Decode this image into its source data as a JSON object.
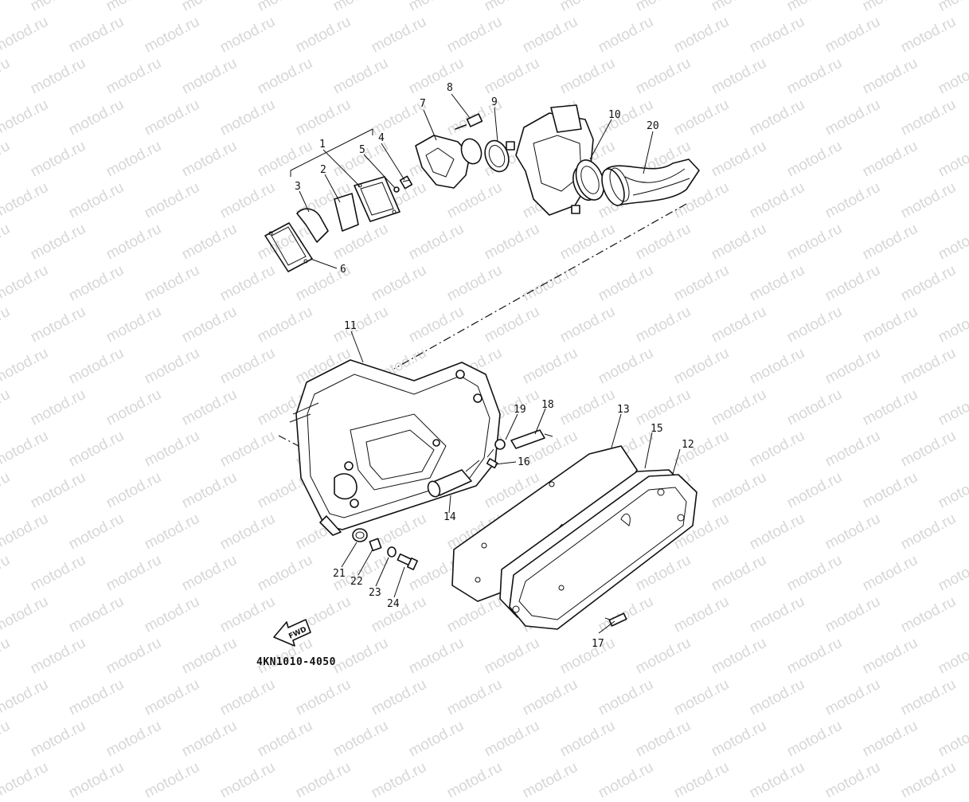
{
  "watermark": "motod.ru",
  "diagram_code": "4KN1010-4050",
  "fwd_label": "FWD",
  "callouts": {
    "c1": "1",
    "c2": "2",
    "c3": "3",
    "c4": "4",
    "c5": "5",
    "c6": "6",
    "c7": "7",
    "c8": "8",
    "c9": "9",
    "c10": "10",
    "c11": "11",
    "c12": "12",
    "c13": "13",
    "c14": "14",
    "c15": "15",
    "c16": "16",
    "c17": "17",
    "c18": "18",
    "c19": "19",
    "c20": "20",
    "c21": "21",
    "c22": "22",
    "c23": "23",
    "c24": "24"
  }
}
